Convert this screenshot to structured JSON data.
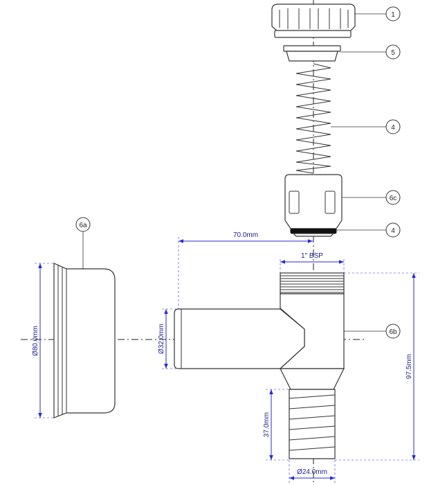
{
  "balloons": {
    "b1": "1",
    "b5": "5",
    "b4_spring": "4",
    "b6c": "6c",
    "b4_washer": "4",
    "b6a": "6a",
    "b6b": "6b"
  },
  "dimensions": {
    "offset_70": "70.0mm",
    "bsp": "1\" BSP",
    "dia_80": "Ø80.0mm",
    "dia_32": "Ø32.0mm",
    "height_97": "97.5mm",
    "length_37": "37.0mm",
    "dia_24": "Ø24.0mm"
  },
  "colors": {
    "dimension": "#2a2ad0",
    "outline": "#333333"
  }
}
